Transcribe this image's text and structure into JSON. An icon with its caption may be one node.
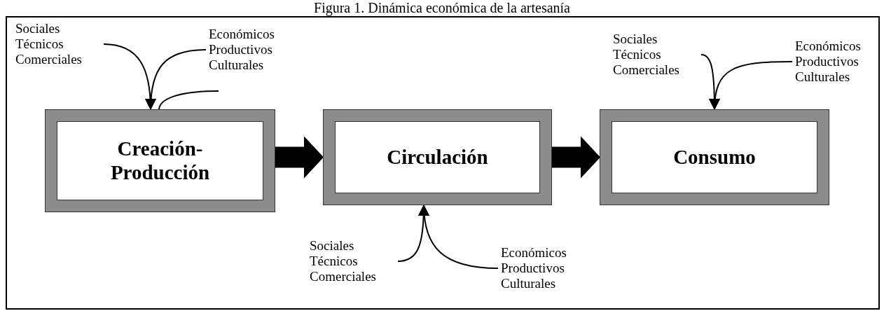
{
  "diagram": {
    "title": "Figura 1. Dinámica económica de la artesanía",
    "nodes": [
      {
        "text": [
          "Creación- Producción"
        ]
      },
      {
        "text": [
          "Circulación"
        ]
      },
      {
        "text": [
          "Consumo"
        ]
      },
      {
        "text": [
          "Sociales Técnicos Comerciales"
        ]
      },
      {
        "text": [
          "Económicos Productivos Culturales"
        ]
      },
      {
        "text": [
          "Sociales Técnicos Comerciales"
        ]
      },
      {
        "text": [
          "Económicos Productivos Culturales"
        ]
      },
      {
        "text": [
          "Sociales Técnicos Comerciales"
        ]
      },
      {
        "text": [
          "Económicos Productivos Culturales"
        ]
      }
    ],
    "edges": [
      {
        "from": 3,
        "to": 0,
        "arrow": "to"
      },
      {
        "from": 4,
        "to": 0,
        "arrow": "to"
      },
      {
        "from": null,
        "to": 0,
        "arrow": "none"
      },
      {
        "from": 0,
        "to": 1,
        "arrow": "to",
        "style": "thick"
      },
      {
        "from": 1,
        "to": 2,
        "arrow": "to",
        "style": "thick"
      },
      {
        "from": 7,
        "to": 2,
        "arrow": "to"
      },
      {
        "from": 8,
        "to": 2,
        "arrow": "to"
      },
      {
        "from": 5,
        "to": 1,
        "arrow": "to"
      },
      {
        "from": 6,
        "to": 1,
        "arrow": "to"
      }
    ]
  }
}
